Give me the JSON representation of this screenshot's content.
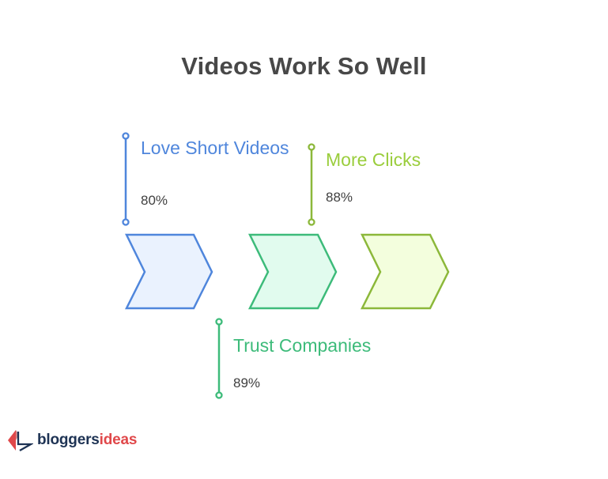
{
  "title": "Videos Work So Well",
  "colors": {
    "blue": "#4f86dc",
    "green": "#3dbb7a",
    "lime": "#8cb83a",
    "blue_fill": "#eaf2fe",
    "green_fill": "#e1fbee",
    "lime_fill": "#f3fedd",
    "lime_text": "#9acd3c",
    "title": "#484848"
  },
  "stages": [
    {
      "label": "Love Short Videos",
      "value": "80%",
      "position": "above",
      "color": "blue"
    },
    {
      "label": "Trust Companies",
      "value": "89%",
      "position": "below",
      "color": "green"
    },
    {
      "label": "More Clicks",
      "value": "88%",
      "position": "above",
      "color": "lime"
    }
  ],
  "logo": {
    "part1": "bloggers",
    "part2": "ideas"
  }
}
